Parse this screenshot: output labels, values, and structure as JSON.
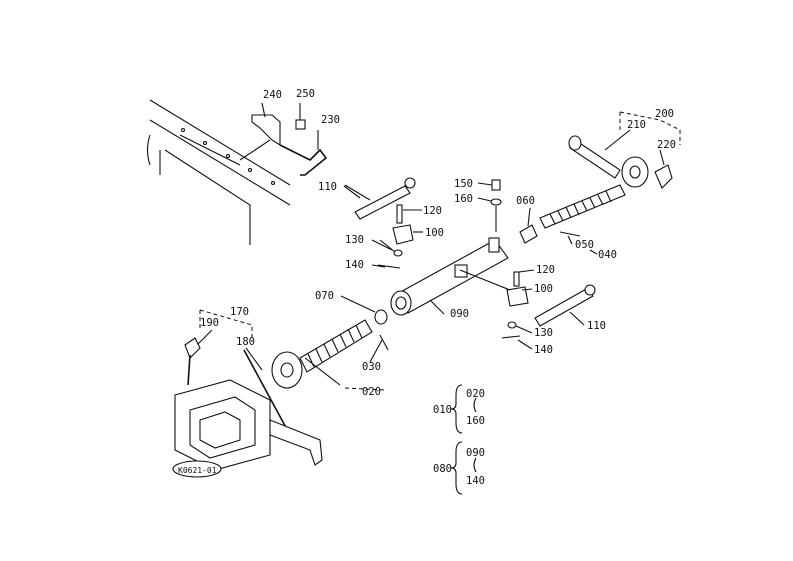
{
  "diagram": {
    "callouts": [
      {
        "id": "c240",
        "text": "240"
      },
      {
        "id": "c250",
        "text": "250"
      },
      {
        "id": "c230",
        "text": "230"
      },
      {
        "id": "c200",
        "text": "200"
      },
      {
        "id": "c210",
        "text": "210"
      },
      {
        "id": "c220",
        "text": "220"
      },
      {
        "id": "c110a",
        "text": "110"
      },
      {
        "id": "c120a",
        "text": "120"
      },
      {
        "id": "c100a",
        "text": "100"
      },
      {
        "id": "c130a",
        "text": "130"
      },
      {
        "id": "c140a",
        "text": "140"
      },
      {
        "id": "c150",
        "text": "150"
      },
      {
        "id": "c160",
        "text": "160"
      },
      {
        "id": "c060",
        "text": "060"
      },
      {
        "id": "c050",
        "text": "050"
      },
      {
        "id": "c040",
        "text": "040"
      },
      {
        "id": "c120b",
        "text": "120"
      },
      {
        "id": "c100b",
        "text": "100"
      },
      {
        "id": "c110b",
        "text": "110"
      },
      {
        "id": "c130b",
        "text": "130"
      },
      {
        "id": "c140b",
        "text": "140"
      },
      {
        "id": "c070",
        "text": "070"
      },
      {
        "id": "c090",
        "text": "090"
      },
      {
        "id": "c170",
        "text": "170"
      },
      {
        "id": "c190",
        "text": "190"
      },
      {
        "id": "c180",
        "text": "180"
      },
      {
        "id": "c030",
        "text": "030"
      },
      {
        "id": "c020",
        "text": "020"
      }
    ],
    "assemblies": [
      {
        "id": "a010",
        "parent": "010",
        "from": "020",
        "to": "160"
      },
      {
        "id": "a080",
        "parent": "080",
        "from": "090",
        "to": "140"
      }
    ],
    "stamp": "K0621-01"
  }
}
